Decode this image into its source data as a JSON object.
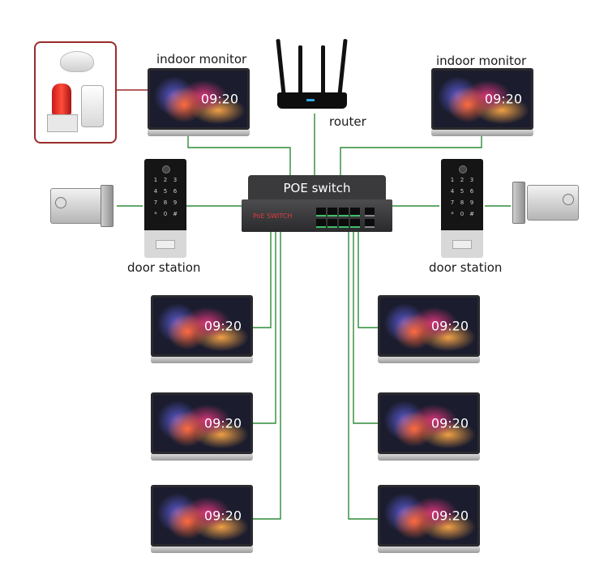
{
  "labels": {
    "indoor_monitor_left": "indoor monitor",
    "indoor_monitor_right": "indoor monitor",
    "router": "router",
    "door_station_left": "door station",
    "door_station_right": "door station",
    "poe_switch": "POE switch",
    "switch_brand": "PoE SWITCH"
  },
  "monitor_time": "09:20",
  "keypad_keys": [
    "1",
    "2",
    "3",
    "4",
    "5",
    "6",
    "7",
    "8",
    "9",
    "*",
    "0",
    "#"
  ],
  "colors": {
    "wire": "#2e8b3a",
    "alarm_border": "#9b2b2b"
  },
  "icons": {
    "router": "router-icon",
    "switch": "poe-switch-icon",
    "lock": "electric-lock-icon",
    "smoke_detector": "smoke-detector-icon",
    "siren": "alarm-siren-icon",
    "motion_sensor": "motion-sensor-icon"
  }
}
